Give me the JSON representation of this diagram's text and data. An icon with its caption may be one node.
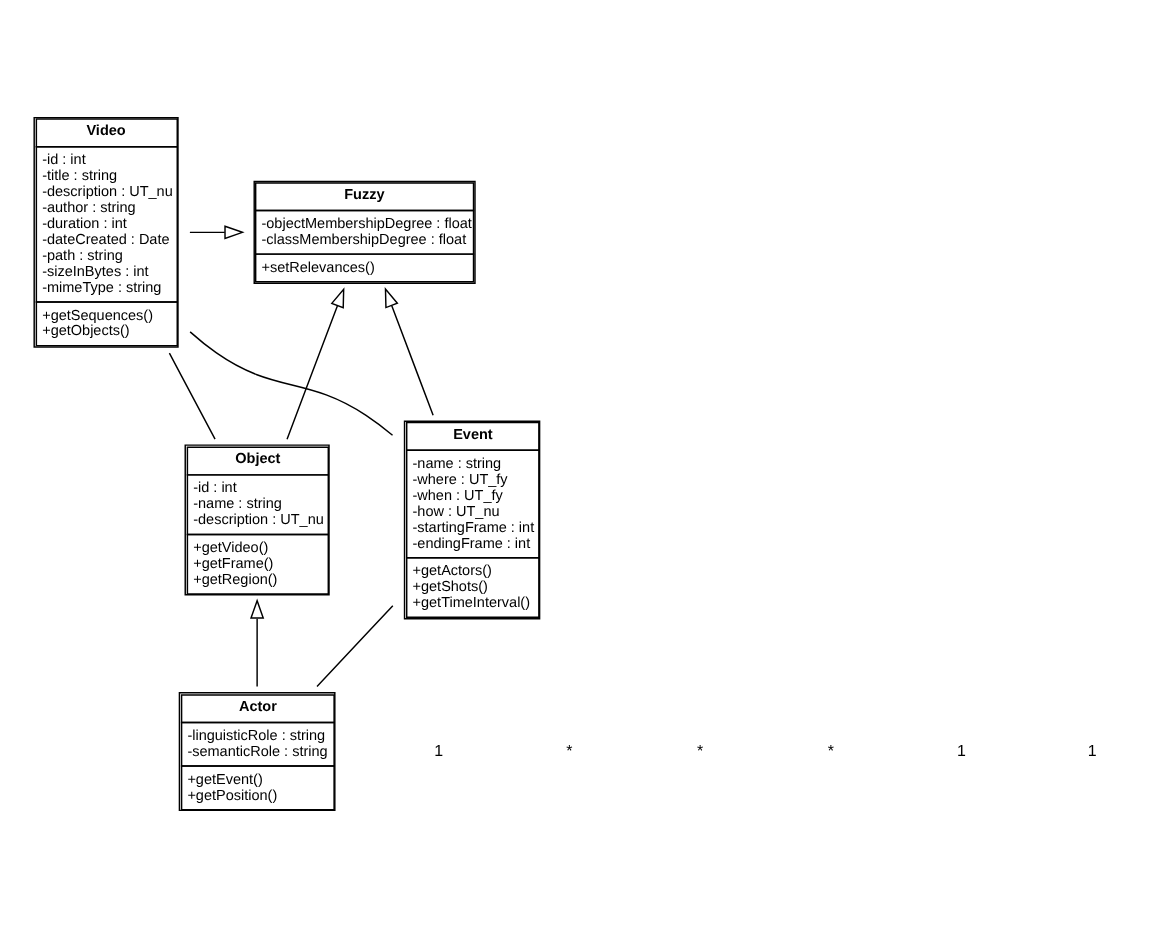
{
  "diagram": {
    "nodes": [
      {
        "text": [
          "Video",
          "-id : int -title : string -description : UT_nu -author : string -duration : int -dateCreated : Date -path : string -sizeInBytes : int -mimeType : string",
          "+getSequences() +getObjects()"
        ]
      },
      {
        "text": [
          "Fuzzy",
          "-objectMembershipDegree : float -classMembershipDegree : float",
          "+setRelevances()"
        ]
      },
      {
        "text": [
          "Object",
          "-id : int -name : string -description : UT_nu",
          "+getVideo() +getFrame() +getRegion()"
        ]
      },
      {
        "text": [
          "Actor",
          "-linguisticRole : string -semanticRole : string",
          "+getEvent() +getPosition()"
        ]
      },
      {
        "text": [
          "Event",
          "-name : string -where : UT_fy -when : UT_fy -how : UT_nu -startingFrame : int -endingFrame : int",
          "+getActors() +getShots() +getTimeInterval()"
        ]
      }
    ],
    "edges": [
      {
        "from": 0,
        "to": 1,
        "arrow": "to"
      },
      {
        "from": 2,
        "to": 1,
        "arrow": "to"
      },
      {
        "from": 4,
        "to": 1,
        "arrow": "to"
      },
      {
        "from": 0,
        "to": 2,
        "arrow": "none"
      },
      {
        "from": 3,
        "to": 2,
        "arrow": "to"
      },
      {
        "from": 3,
        "to": 4,
        "arrow": "none"
      },
      {
        "from": 0,
        "to": 4,
        "arrow": "none"
      }
    ],
    "labels": [
      "1",
      "*",
      "1",
      "*",
      "1",
      "*"
    ]
  }
}
